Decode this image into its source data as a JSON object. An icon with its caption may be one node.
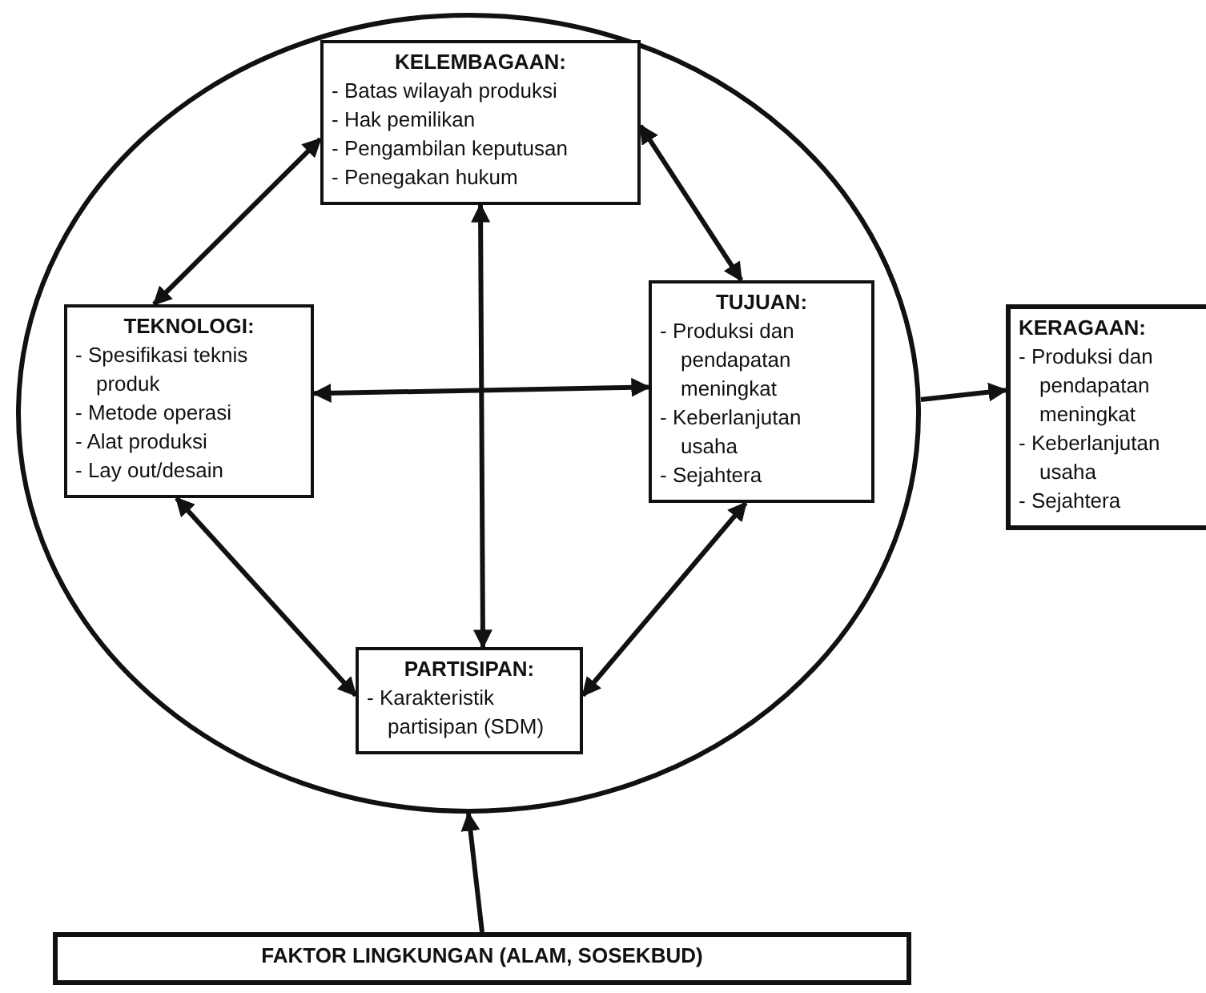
{
  "diagram": {
    "nodes": [
      {
        "text": [],
        "shape": "ellipse"
      },
      {
        "text": [
          "KELEMBAGAAN:",
          "- Batas wilayah produksi",
          "- Hak pemilikan",
          "- Pengambilan keputusan",
          "- Penegakan hukum"
        ],
        "in": 0
      },
      {
        "text": [
          "TEKNOLOGI:",
          "- Spesifikasi teknis produk",
          "- Metode operasi",
          "- Alat produksi",
          "- Lay out/desain"
        ],
        "in": 0
      },
      {
        "text": [
          "TUJUAN:",
          "- Produksi dan pendapatan meningkat",
          "- Keberlanjutan usaha",
          "- Sejahtera"
        ],
        "in": 0
      },
      {
        "text": [
          "PARTISIPAN:",
          "- Karakteristik partisipan (SDM)"
        ],
        "in": 0
      },
      {
        "text": [
          "KERAGAAN:",
          "- Produksi dan pendapatan meningkat",
          "- Keberlanjutan usaha",
          "- Sejahtera"
        ]
      },
      {
        "text": [
          "FAKTOR LINGKUNGAN (ALAM, SOSEKBUD)"
        ]
      }
    ],
    "edges": [
      {
        "from": 1,
        "to": 2,
        "arrow": "both"
      },
      {
        "from": 1,
        "to": 3,
        "arrow": "both"
      },
      {
        "from": 1,
        "to": 4,
        "arrow": "both"
      },
      {
        "from": 2,
        "to": 3,
        "arrow": "both"
      },
      {
        "from": 2,
        "to": 4,
        "arrow": "both"
      },
      {
        "from": 3,
        "to": 4,
        "arrow": "both"
      },
      {
        "from": 0,
        "to": 5,
        "arrow": "to"
      },
      {
        "from": 6,
        "to": 0,
        "arrow": "to"
      }
    ]
  }
}
